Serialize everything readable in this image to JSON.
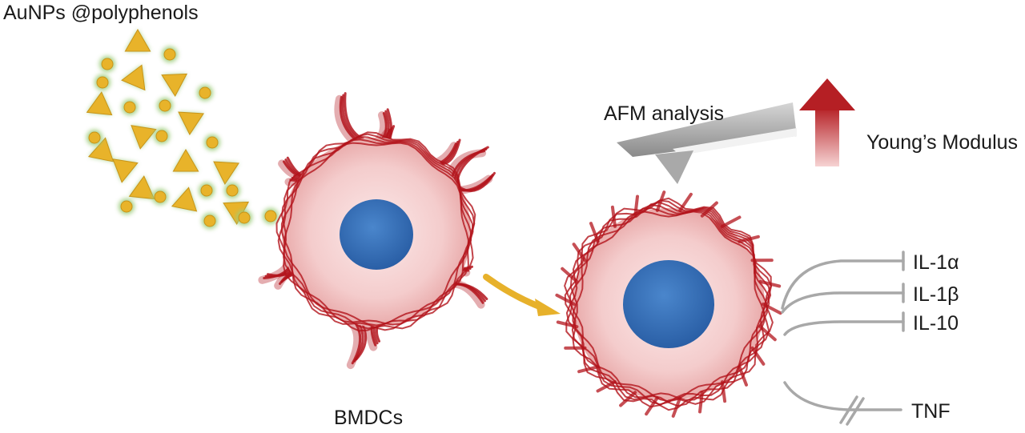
{
  "labels": {
    "nanoparticles": "AuNPs @polyphenols",
    "cell": "BMDCs",
    "afm": "AFM analysis",
    "modulus": "Young’s Modulus",
    "cytokines": [
      "IL-1α",
      "IL-1β",
      "IL-10",
      "TNF"
    ]
  },
  "colors": {
    "membrane": "#b3141c",
    "cytoplasm": "#f4cccc",
    "nucleus": "#2f6cb4",
    "particle": "#e8b32a",
    "particle_glow": "#9ccc7a",
    "arrow": "#e7b12b",
    "afm_tip": "#a9a9a9",
    "modulus_arrow": "#b51f24",
    "pathway": "#a8a8a8"
  }
}
